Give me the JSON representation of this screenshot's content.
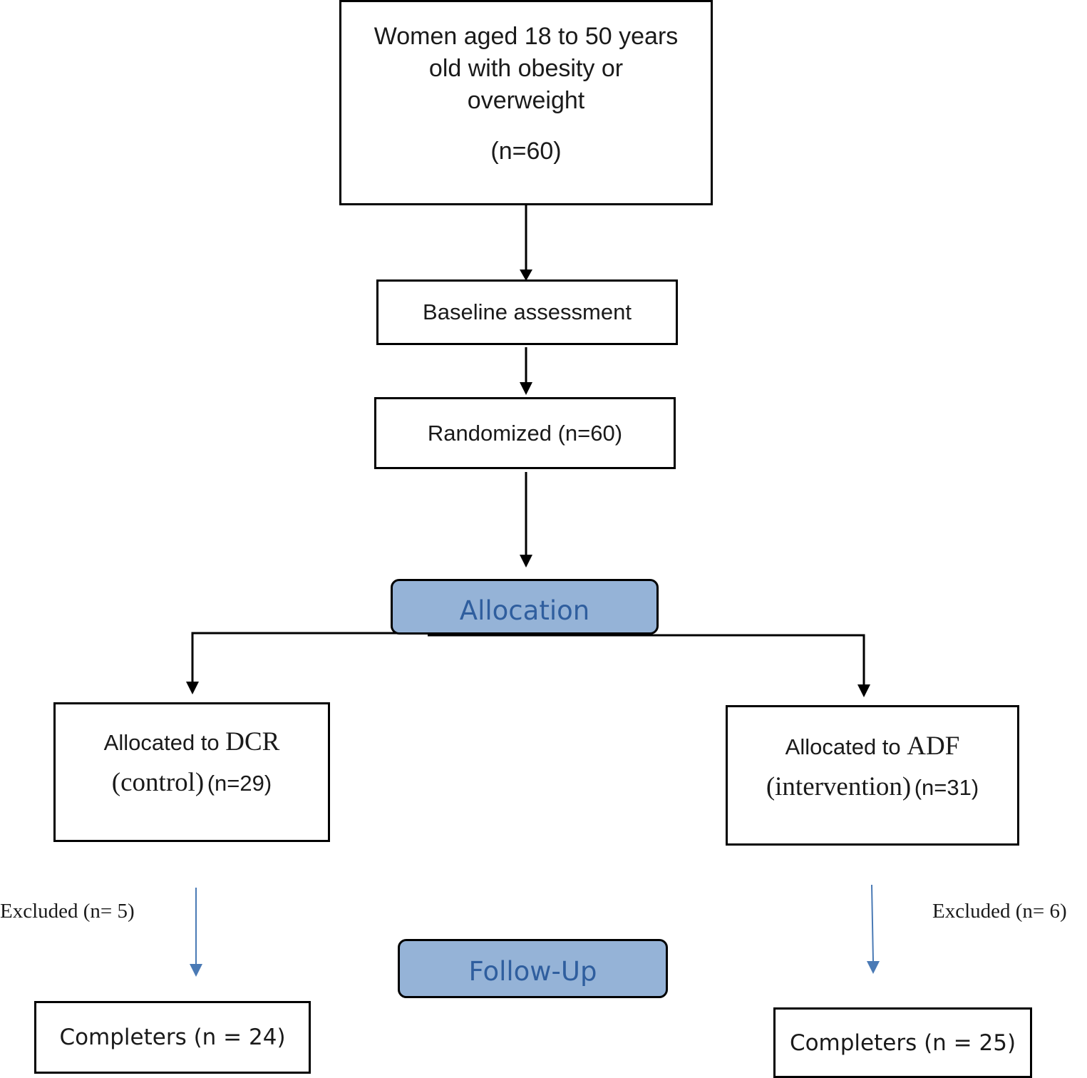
{
  "stages": {
    "allocation": "Allocation",
    "follow_up": "Follow-Up"
  },
  "population": {
    "line1": "Women aged 18 to 50 years",
    "line2": "old with obesity or",
    "line3": "overweight",
    "count": "(n=60)"
  },
  "baseline": {
    "label": "Baseline assessment"
  },
  "randomized": {
    "label": "Randomized (n=60)"
  },
  "arms": {
    "dcr": {
      "allocated_prefix": "Allocated to ",
      "allocated_group": "DCR",
      "role": "(control)",
      "count": "(n=29)",
      "excluded": "Excluded (n= 5)",
      "completers": "Completers (n = 24)"
    },
    "adf": {
      "allocated_prefix": "Allocated to ",
      "allocated_group": "ADF",
      "role": "(intervention)",
      "count": "(n=31)",
      "excluded": "Excluded (n= 6)",
      "completers": "Completers (n = 25)"
    }
  },
  "colors": {
    "box_border": "#000000",
    "stage_fill": "#95b3d7",
    "stage_text": "#2f5e9e",
    "follow_arrow": "#4a7ab5",
    "text": "#1a1a1a"
  }
}
